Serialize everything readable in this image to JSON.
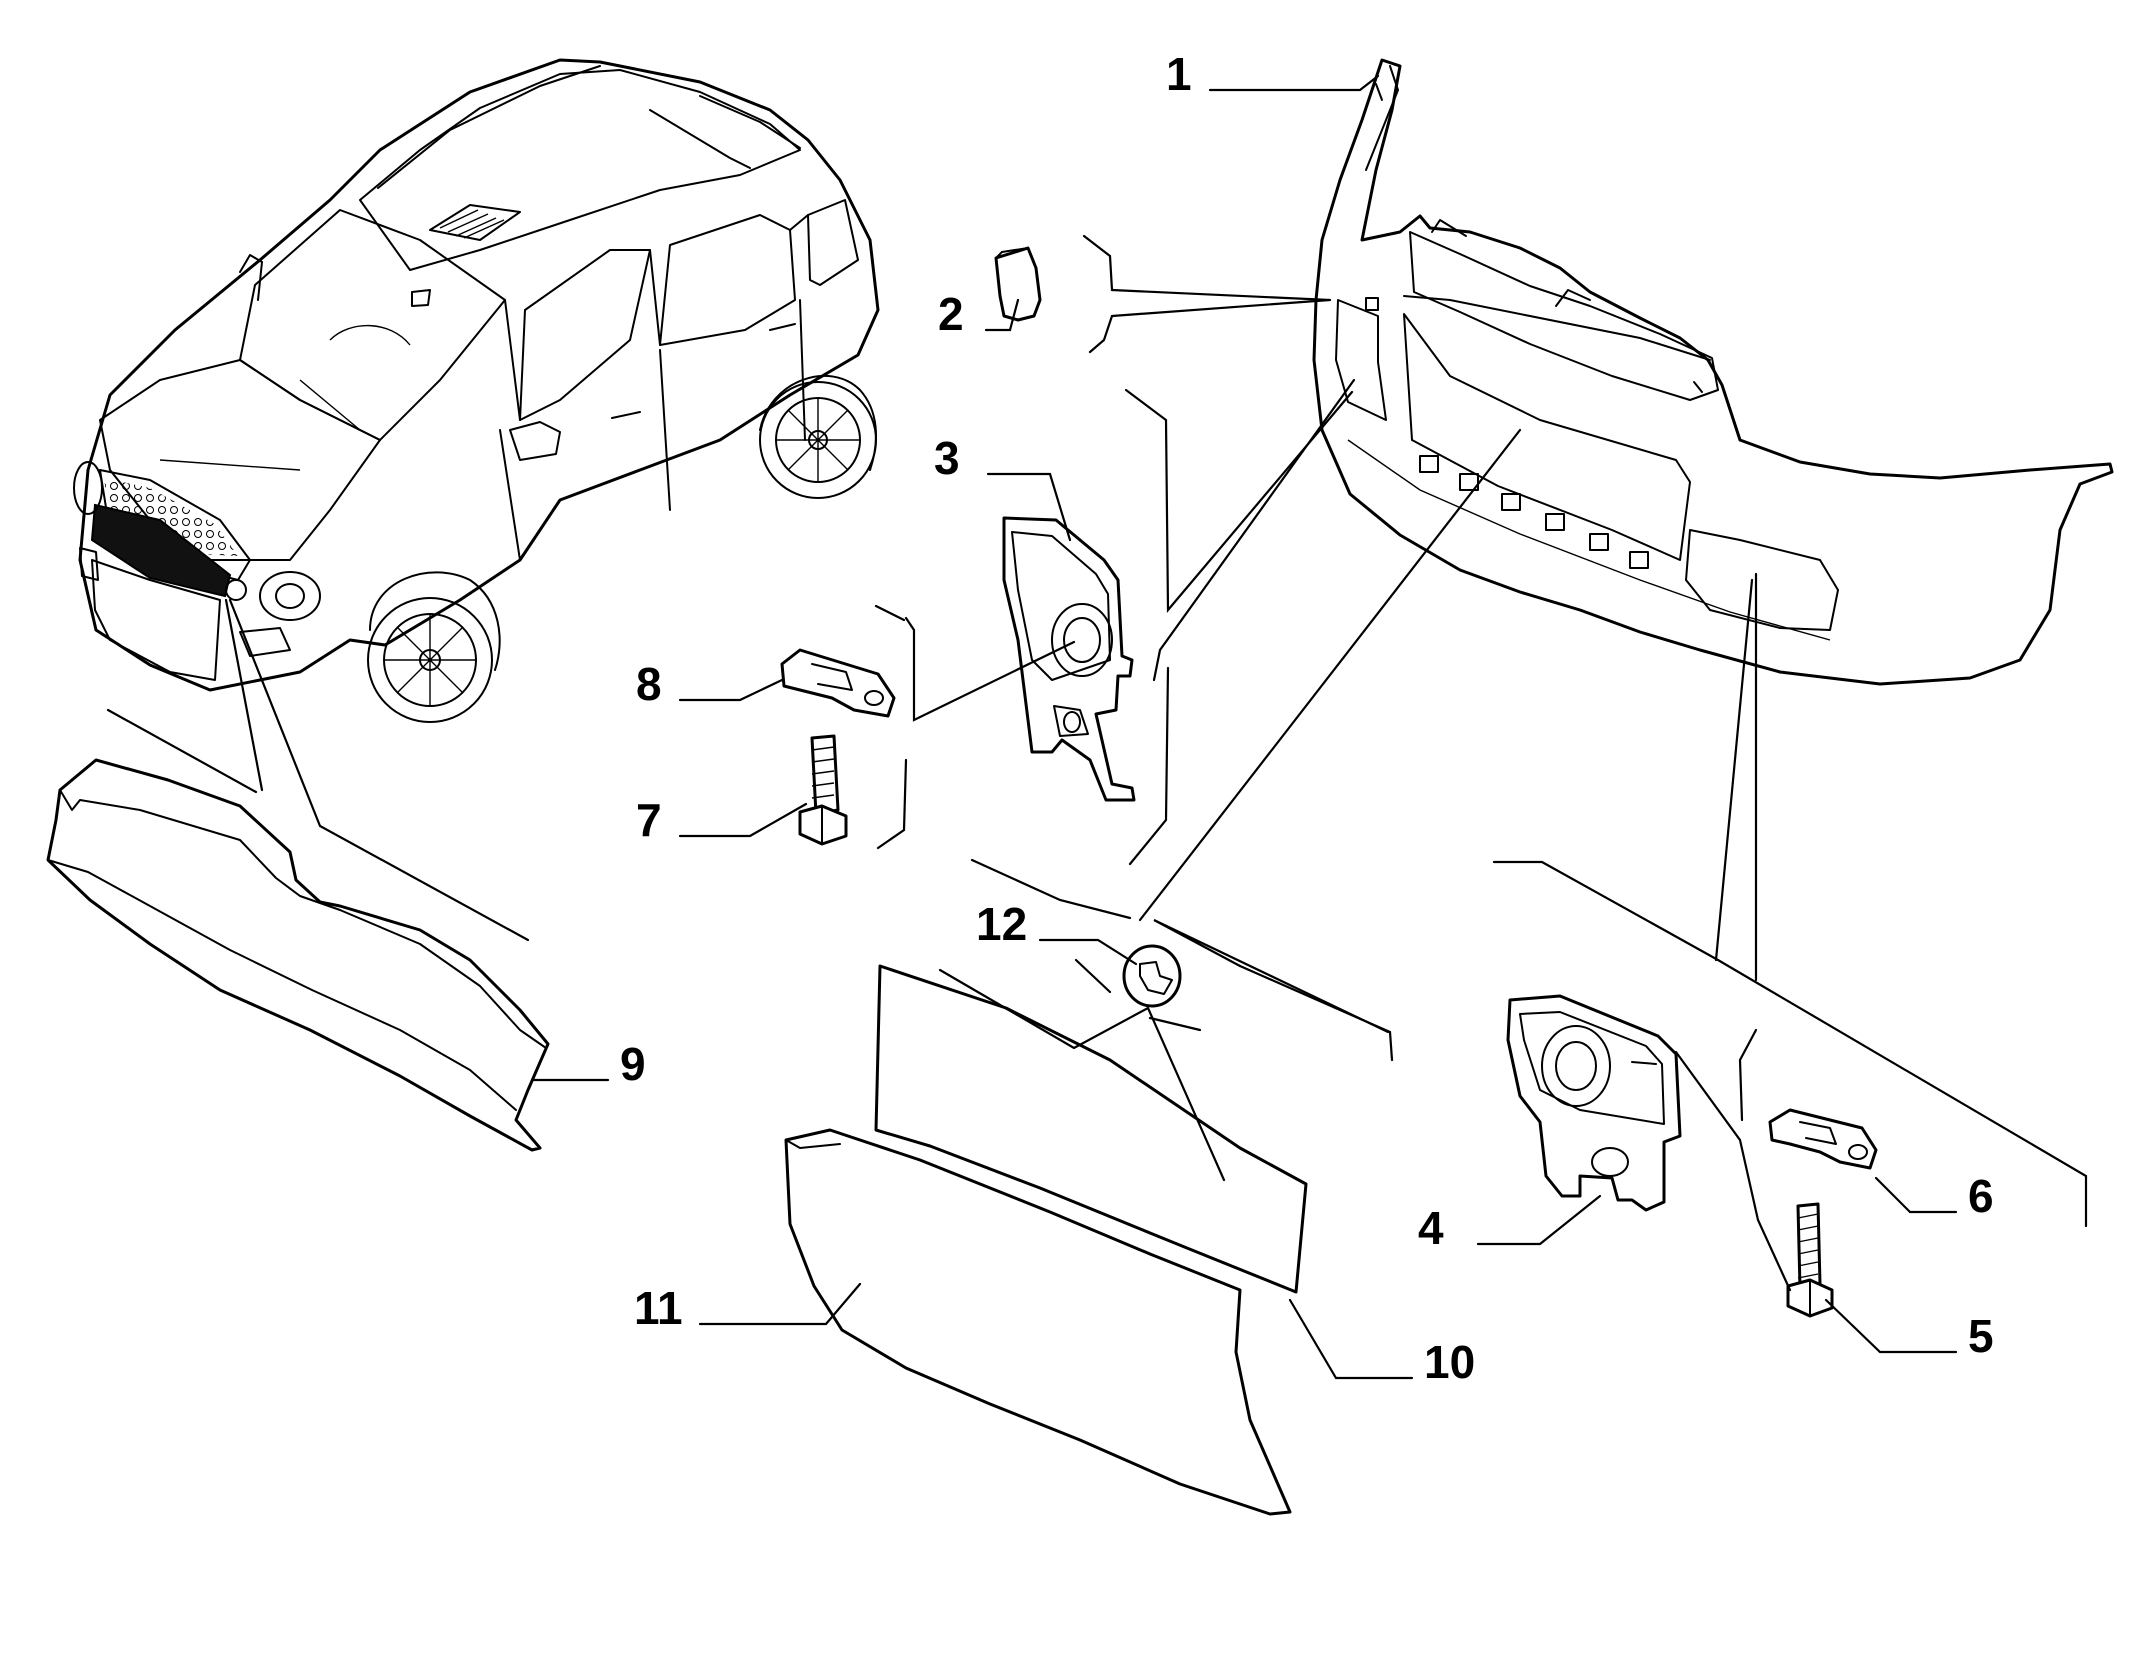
{
  "diagram": {
    "callouts": [
      {
        "id": "c1",
        "label": "1"
      },
      {
        "id": "c2",
        "label": "2"
      },
      {
        "id": "c3",
        "label": "3"
      },
      {
        "id": "c4",
        "label": "4"
      },
      {
        "id": "c5",
        "label": "5"
      },
      {
        "id": "c6",
        "label": "6"
      },
      {
        "id": "c7",
        "label": "7"
      },
      {
        "id": "c8",
        "label": "8"
      },
      {
        "id": "c9",
        "label": "9"
      },
      {
        "id": "c10",
        "label": "10"
      },
      {
        "id": "c11",
        "label": "11"
      },
      {
        "id": "c12",
        "label": "12"
      }
    ],
    "colors": {
      "ink": "#000000",
      "paper": "#ffffff"
    }
  }
}
